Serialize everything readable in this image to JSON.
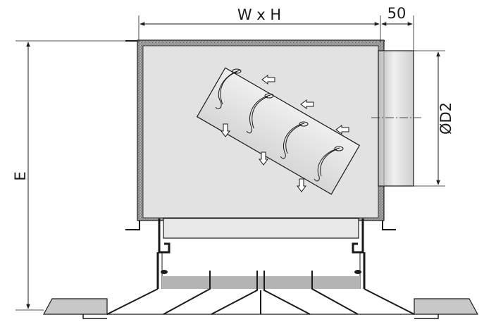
{
  "dimensions": {
    "width_height": "W x H",
    "collar_length": "50",
    "collar_diameter": "ØD2",
    "height": "E"
  },
  "colors": {
    "line": "#1a1a1a",
    "housing_fill": "#e2e2e2",
    "insulation": "#8c8c8c",
    "collar": "#dcdcdc",
    "grille_band": "#b4b4b4",
    "ceiling_panel": "#c8c8c8"
  },
  "icons": {
    "airflow": "arrow-icon",
    "damper": "damper-icon"
  }
}
